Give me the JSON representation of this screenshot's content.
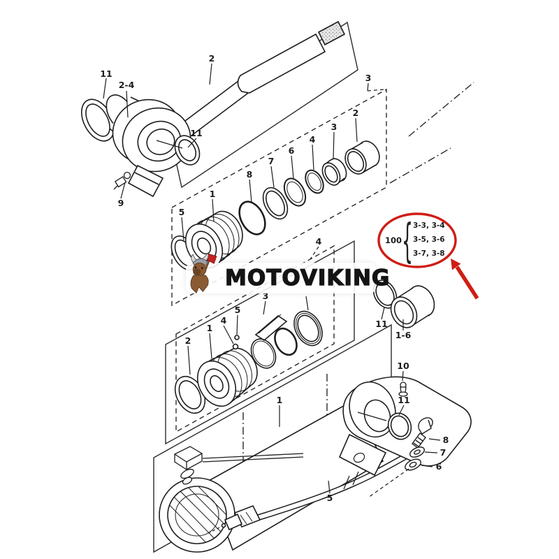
{
  "watermark": {
    "brand": "MOTOVIKING"
  },
  "annotation": {
    "ref_number": "100",
    "brace": "{",
    "line1": "3-3, 3-4",
    "line2": "3-5, 3-6",
    "line3": "3-7, 3-8",
    "highlight_color": "#cf1d15"
  },
  "callouts": [
    {
      "text": "11"
    },
    {
      "text": "2-4"
    },
    {
      "text": "2"
    },
    {
      "text": "3"
    },
    {
      "text": "11"
    },
    {
      "text": "9"
    },
    {
      "text": "5"
    },
    {
      "text": "1"
    },
    {
      "text": "8"
    },
    {
      "text": "7"
    },
    {
      "text": "6"
    },
    {
      "text": "4"
    },
    {
      "text": "3"
    },
    {
      "text": "2"
    },
    {
      "text": "4"
    },
    {
      "text": "2"
    },
    {
      "text": "1"
    },
    {
      "text": "4"
    },
    {
      "text": "5"
    },
    {
      "text": "3"
    },
    {
      "text": "11"
    },
    {
      "text": "1-6"
    },
    {
      "text": "10"
    },
    {
      "text": "11"
    },
    {
      "text": "8"
    },
    {
      "text": "7"
    },
    {
      "text": "6"
    },
    {
      "text": "5"
    },
    {
      "text": "1"
    }
  ]
}
